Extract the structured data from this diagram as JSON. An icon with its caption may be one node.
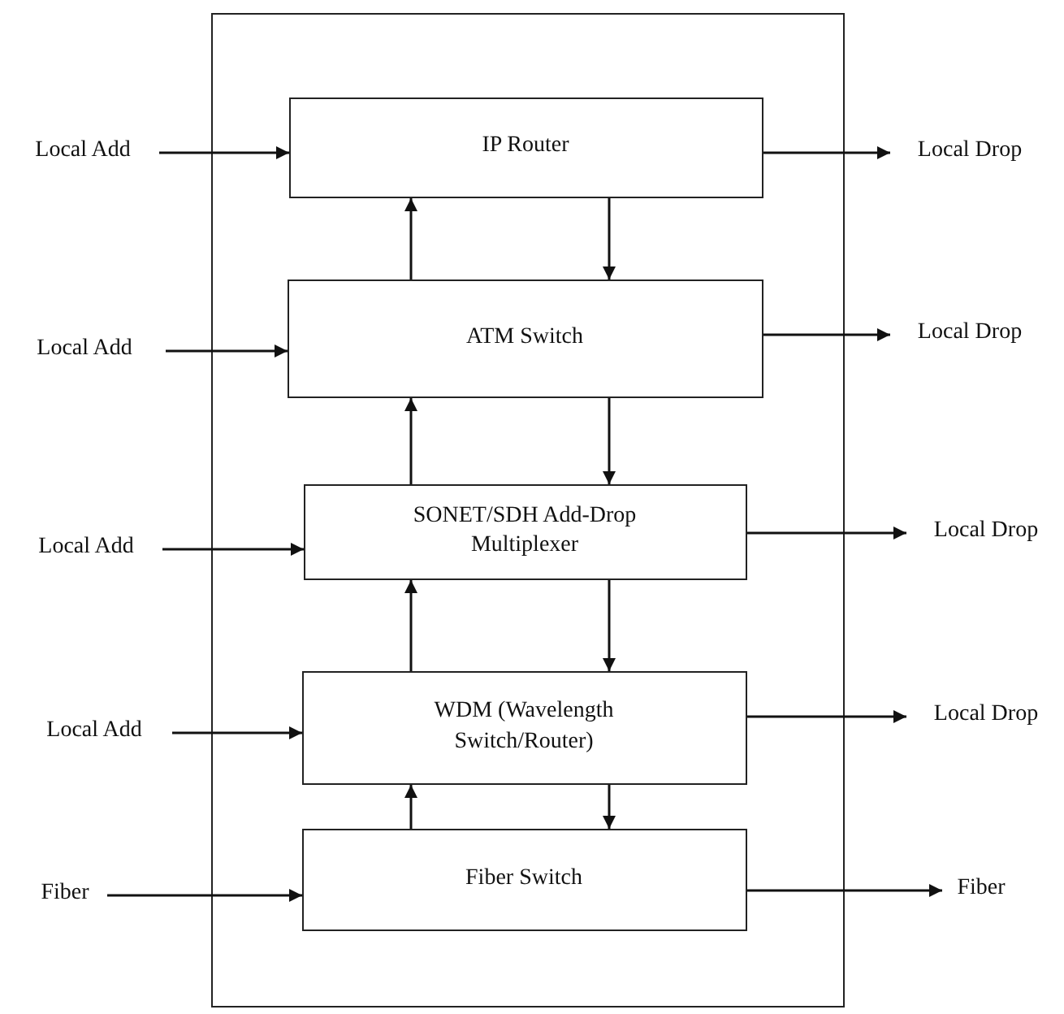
{
  "diagram": {
    "nodes": [
      {
        "text": [],
        "shape": "box"
      },
      {
        "text": [
          "Local Add"
        ]
      },
      {
        "text": [
          "IP Router"
        ],
        "in": 0
      },
      {
        "text": [
          "Local Drop"
        ]
      },
      {
        "text": [
          "Local Add"
        ]
      },
      {
        "text": [
          "ATM Switch"
        ],
        "in": 0
      },
      {
        "text": [
          "Local Drop"
        ]
      },
      {
        "text": [
          "Local Add"
        ]
      },
      {
        "text": [
          "SONET/SDH Add-Drop Multiplexer"
        ],
        "in": 0
      },
      {
        "text": [
          "Local Drop"
        ]
      },
      {
        "text": [
          "Local Add"
        ]
      },
      {
        "text": [
          "WDM (Wavelength Switch/Router)"
        ],
        "in": 0
      },
      {
        "text": [
          "Local Drop"
        ]
      },
      {
        "text": [
          "Fiber"
        ]
      },
      {
        "text": [
          "Fiber Switch"
        ],
        "in": 0
      },
      {
        "text": [
          "Fiber"
        ]
      }
    ],
    "edges": [
      {
        "from": 1,
        "to": 2,
        "arrow": "to"
      },
      {
        "from": 2,
        "to": 3,
        "arrow": "to"
      },
      {
        "from": 4,
        "to": 5,
        "arrow": "to"
      },
      {
        "from": 5,
        "to": 6,
        "arrow": "to"
      },
      {
        "from": 7,
        "to": 8,
        "arrow": "to"
      },
      {
        "from": 8,
        "to": 9,
        "arrow": "to"
      },
      {
        "from": 10,
        "to": 11,
        "arrow": "to"
      },
      {
        "from": 11,
        "to": 12,
        "arrow": "to"
      },
      {
        "from": 13,
        "to": 14,
        "arrow": "to"
      },
      {
        "from": 14,
        "to": 15,
        "arrow": "to"
      },
      {
        "from": 5,
        "to": 2,
        "arrow": "to"
      },
      {
        "from": 2,
        "to": 5,
        "arrow": "to"
      },
      {
        "from": 8,
        "to": 5,
        "arrow": "to"
      },
      {
        "from": 5,
        "to": 8,
        "arrow": "to"
      },
      {
        "from": 11,
        "to": 8,
        "arrow": "to"
      },
      {
        "from": 8,
        "to": 11,
        "arrow": "to"
      },
      {
        "from": 14,
        "to": 11,
        "arrow": "to"
      },
      {
        "from": 11,
        "to": 14,
        "arrow": "to"
      }
    ]
  }
}
